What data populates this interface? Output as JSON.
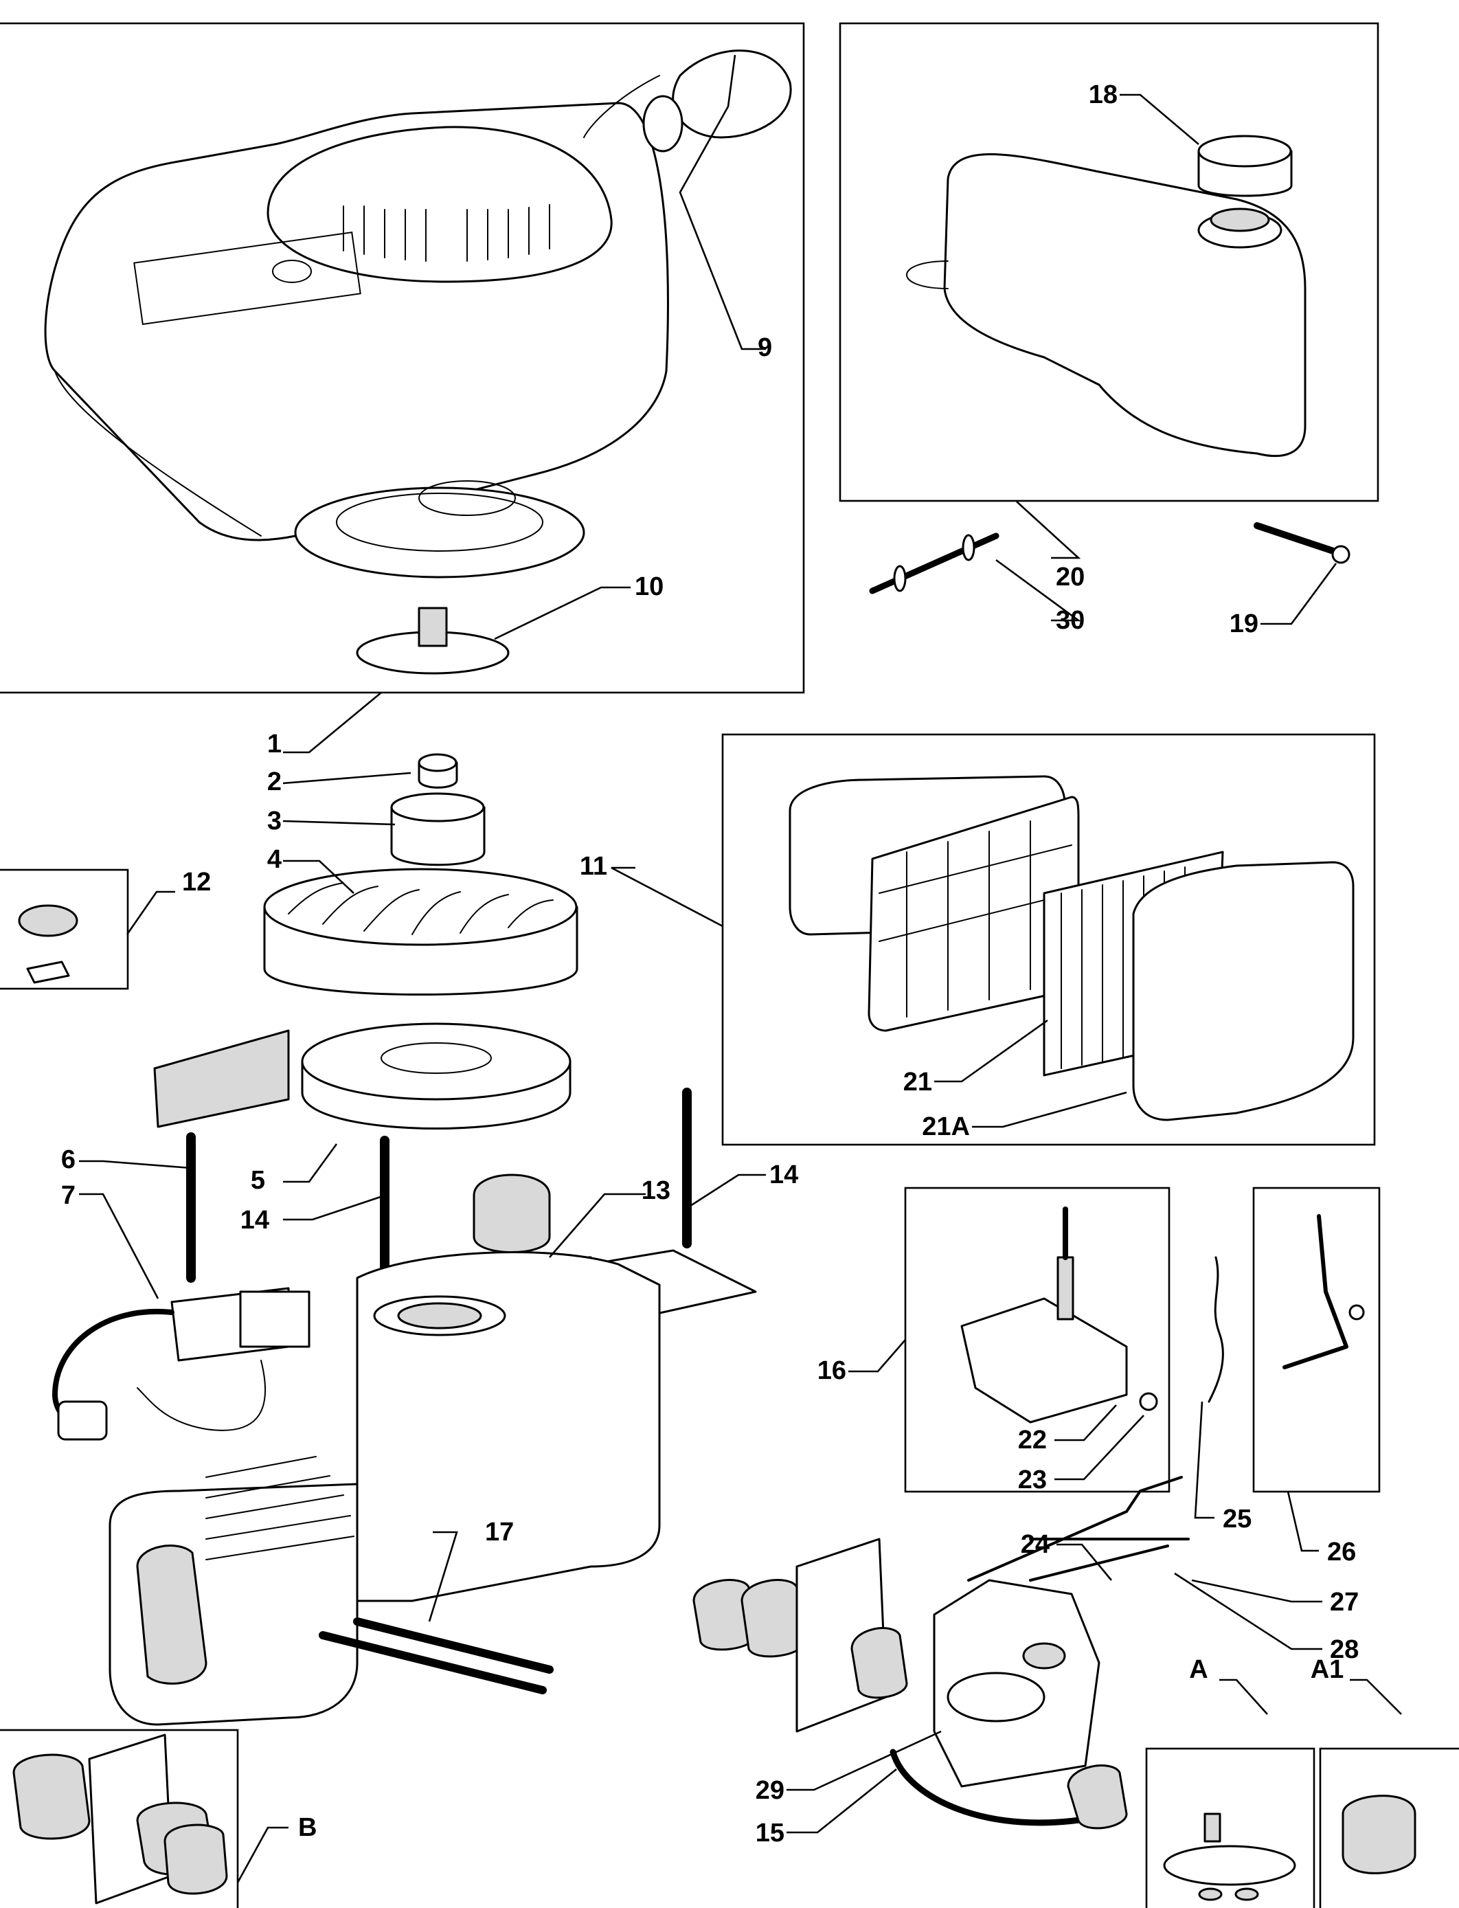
{
  "callouts": [
    "1",
    "2",
    "3",
    "4",
    "5",
    "6",
    "7",
    "9",
    "10",
    "11",
    "12",
    "13",
    "14",
    "14",
    "15",
    "16",
    "17",
    "18",
    "19",
    "20",
    "21",
    "21A",
    "22",
    "23",
    "24",
    "25",
    "26",
    "27",
    "28",
    "29",
    "30",
    "A",
    "A1",
    "B"
  ],
  "kit_boxes": [
    "recoil-starter",
    "fuel-tank",
    "air-filter",
    "ignition-part",
    "carburetor-bracket",
    "governor-link",
    "kit-a",
    "kit-a1",
    "gasket-kit-b"
  ]
}
